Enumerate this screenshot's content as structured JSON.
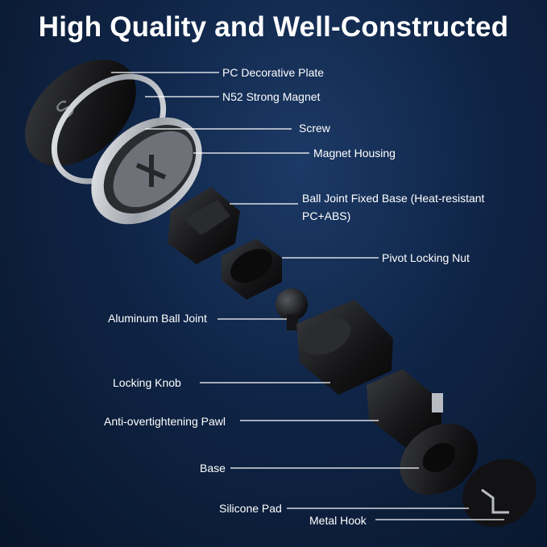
{
  "title": "High Quality and Well-Constructed",
  "labels": {
    "pc_decorative_plate": "PC Decorative Plate",
    "n52_strong_magnet": "N52 Strong Magnet",
    "screw": "Screw",
    "magnet_housing": "Magnet Housing",
    "ball_joint_fixed_base": "Ball Joint Fixed Base (Heat-resistant PC+ABS)",
    "pivot_locking_nut": "Pivot Locking Nut",
    "aluminum_ball_joint": "Aluminum Ball Joint",
    "locking_knob": "Locking Knob",
    "anti_overtightening_pawl": "Anti-overtightening Pawl",
    "base": "Base",
    "silicone_pad": "Silicone Pad",
    "metal_hook": "Metal Hook"
  },
  "colors": {
    "background": "#0f2446",
    "text": "#ffffff",
    "parts": "#1a1a1c",
    "metal": "#b9bdc3"
  }
}
